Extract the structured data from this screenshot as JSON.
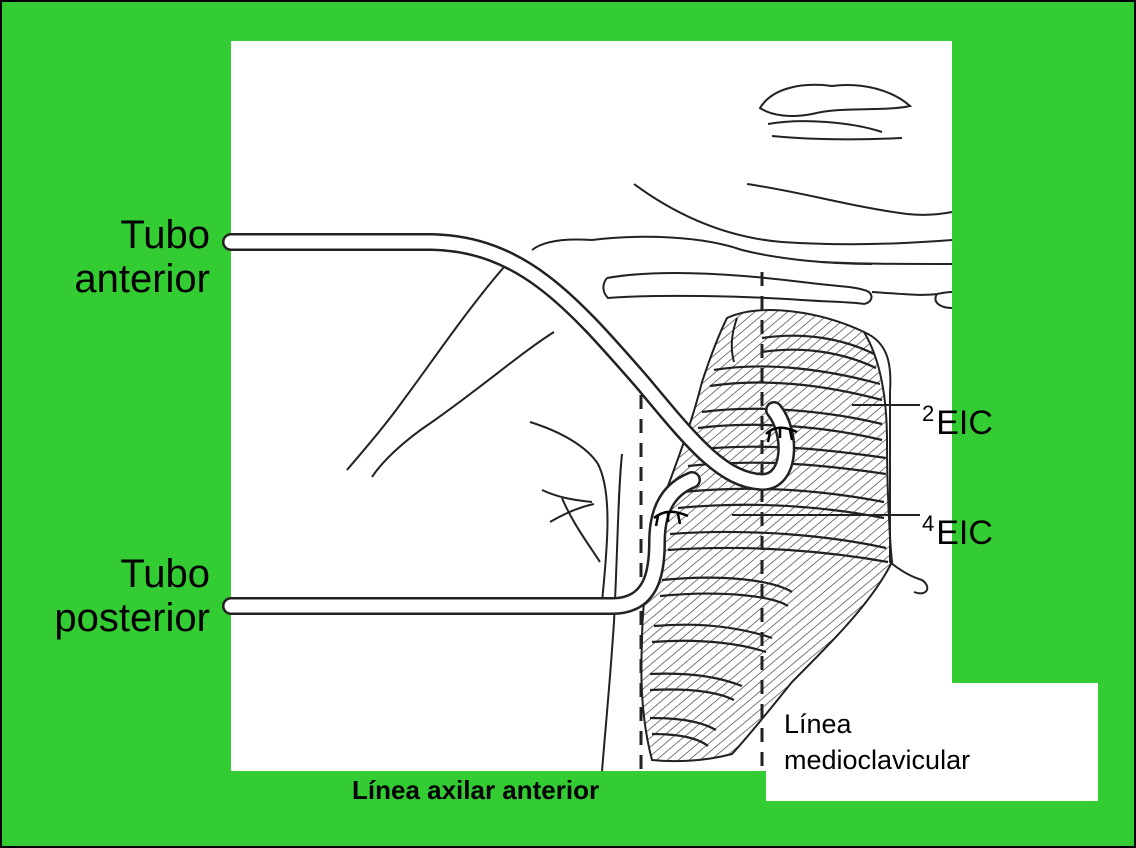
{
  "labels": {
    "tubo_anterior": "Tubo anterior",
    "tubo_anterior_l1": "Tubo",
    "tubo_anterior_l2": "anterior",
    "tubo_posterior_l1": "Tubo",
    "tubo_posterior_l2": "posterior",
    "eic_2_number": "2",
    "eic_2_text": "EIC",
    "eic_4_number": "4",
    "eic_4_text": "EIC",
    "axilar_anterior": "Línea axilar anterior",
    "medioclavicular_l1": "Línea",
    "medioclavicular_l2": "medioclavicular"
  },
  "colors": {
    "background": "#33cc33",
    "panel": "#ffffff",
    "ink": "#000000"
  }
}
